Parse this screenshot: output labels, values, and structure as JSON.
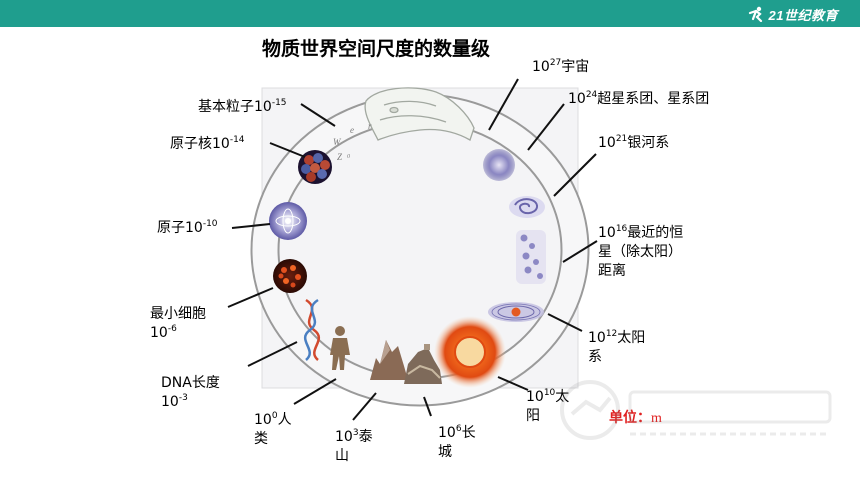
{
  "header": {
    "brand_text": "21世纪教育"
  },
  "title": "物质世界空间尺度的数量级",
  "unit": {
    "label": "单位：",
    "value": "m"
  },
  "scales": [
    {
      "id": "universe",
      "name": "宇宙",
      "exp": "27"
    },
    {
      "id": "supercluster",
      "name": "超星系团、星系团",
      "exp": "24"
    },
    {
      "id": "galaxy",
      "name": "银河系",
      "exp": "21"
    },
    {
      "id": "star-distance",
      "name": "最近的恒星（除太阳）距离",
      "exp": "16",
      "lines": [
        "最近的恒",
        "星（除太阳）",
        "距离"
      ]
    },
    {
      "id": "solar-system",
      "name": "太阳系",
      "exp": "12",
      "lines": [
        "太阳",
        "系"
      ]
    },
    {
      "id": "sun",
      "name": "太阳",
      "exp": "10",
      "lines": [
        "太",
        "阳"
      ]
    },
    {
      "id": "great-wall",
      "name": "长城",
      "exp": "6",
      "lines": [
        "长",
        "城"
      ]
    },
    {
      "id": "mount-tai",
      "name": "泰山",
      "exp": "3",
      "lines": [
        "泰",
        "山"
      ]
    },
    {
      "id": "human",
      "name": "人类",
      "exp": "0",
      "lines": [
        "人",
        "类"
      ]
    },
    {
      "id": "dna",
      "name": "DNA长度",
      "exp": "-3"
    },
    {
      "id": "cell",
      "name": "最小细胞",
      "exp": "-6"
    },
    {
      "id": "atom",
      "name": "原子",
      "exp": "-10"
    },
    {
      "id": "nucleus",
      "name": "原子核",
      "exp": "-14"
    },
    {
      "id": "particle",
      "name": "基本粒子",
      "exp": "-15"
    }
  ]
}
